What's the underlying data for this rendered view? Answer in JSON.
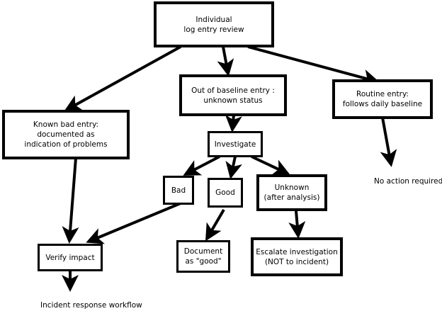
{
  "nodes": {
    "review": "Individual\nlog entry review",
    "known_bad": "Known bad entry:\ndocumented  as\nindication of problems",
    "out_of_baseline": "Out of baseline entry :\nunknown status",
    "routine": "Routine entry:\nfollows daily baseline",
    "investigate": "Investigate",
    "bad": "Bad",
    "good": "Good",
    "unknown": "Unknown\n(after analysis)",
    "verify": "Verify impact",
    "document_good": "Document\nas \"good\"",
    "escalate": "Escalate investigation\n(NOT to incident)"
  },
  "terminals": {
    "no_action": "No action required",
    "incident_workflow": "Incident response workflow"
  },
  "edges": [
    [
      "review",
      "known_bad"
    ],
    [
      "review",
      "out_of_baseline"
    ],
    [
      "review",
      "routine"
    ],
    [
      "routine",
      "no_action"
    ],
    [
      "out_of_baseline",
      "investigate"
    ],
    [
      "investigate",
      "bad"
    ],
    [
      "investigate",
      "good"
    ],
    [
      "investigate",
      "unknown"
    ],
    [
      "known_bad",
      "verify"
    ],
    [
      "bad",
      "verify"
    ],
    [
      "good",
      "document_good"
    ],
    [
      "unknown",
      "escalate"
    ],
    [
      "verify",
      "incident_workflow"
    ]
  ]
}
